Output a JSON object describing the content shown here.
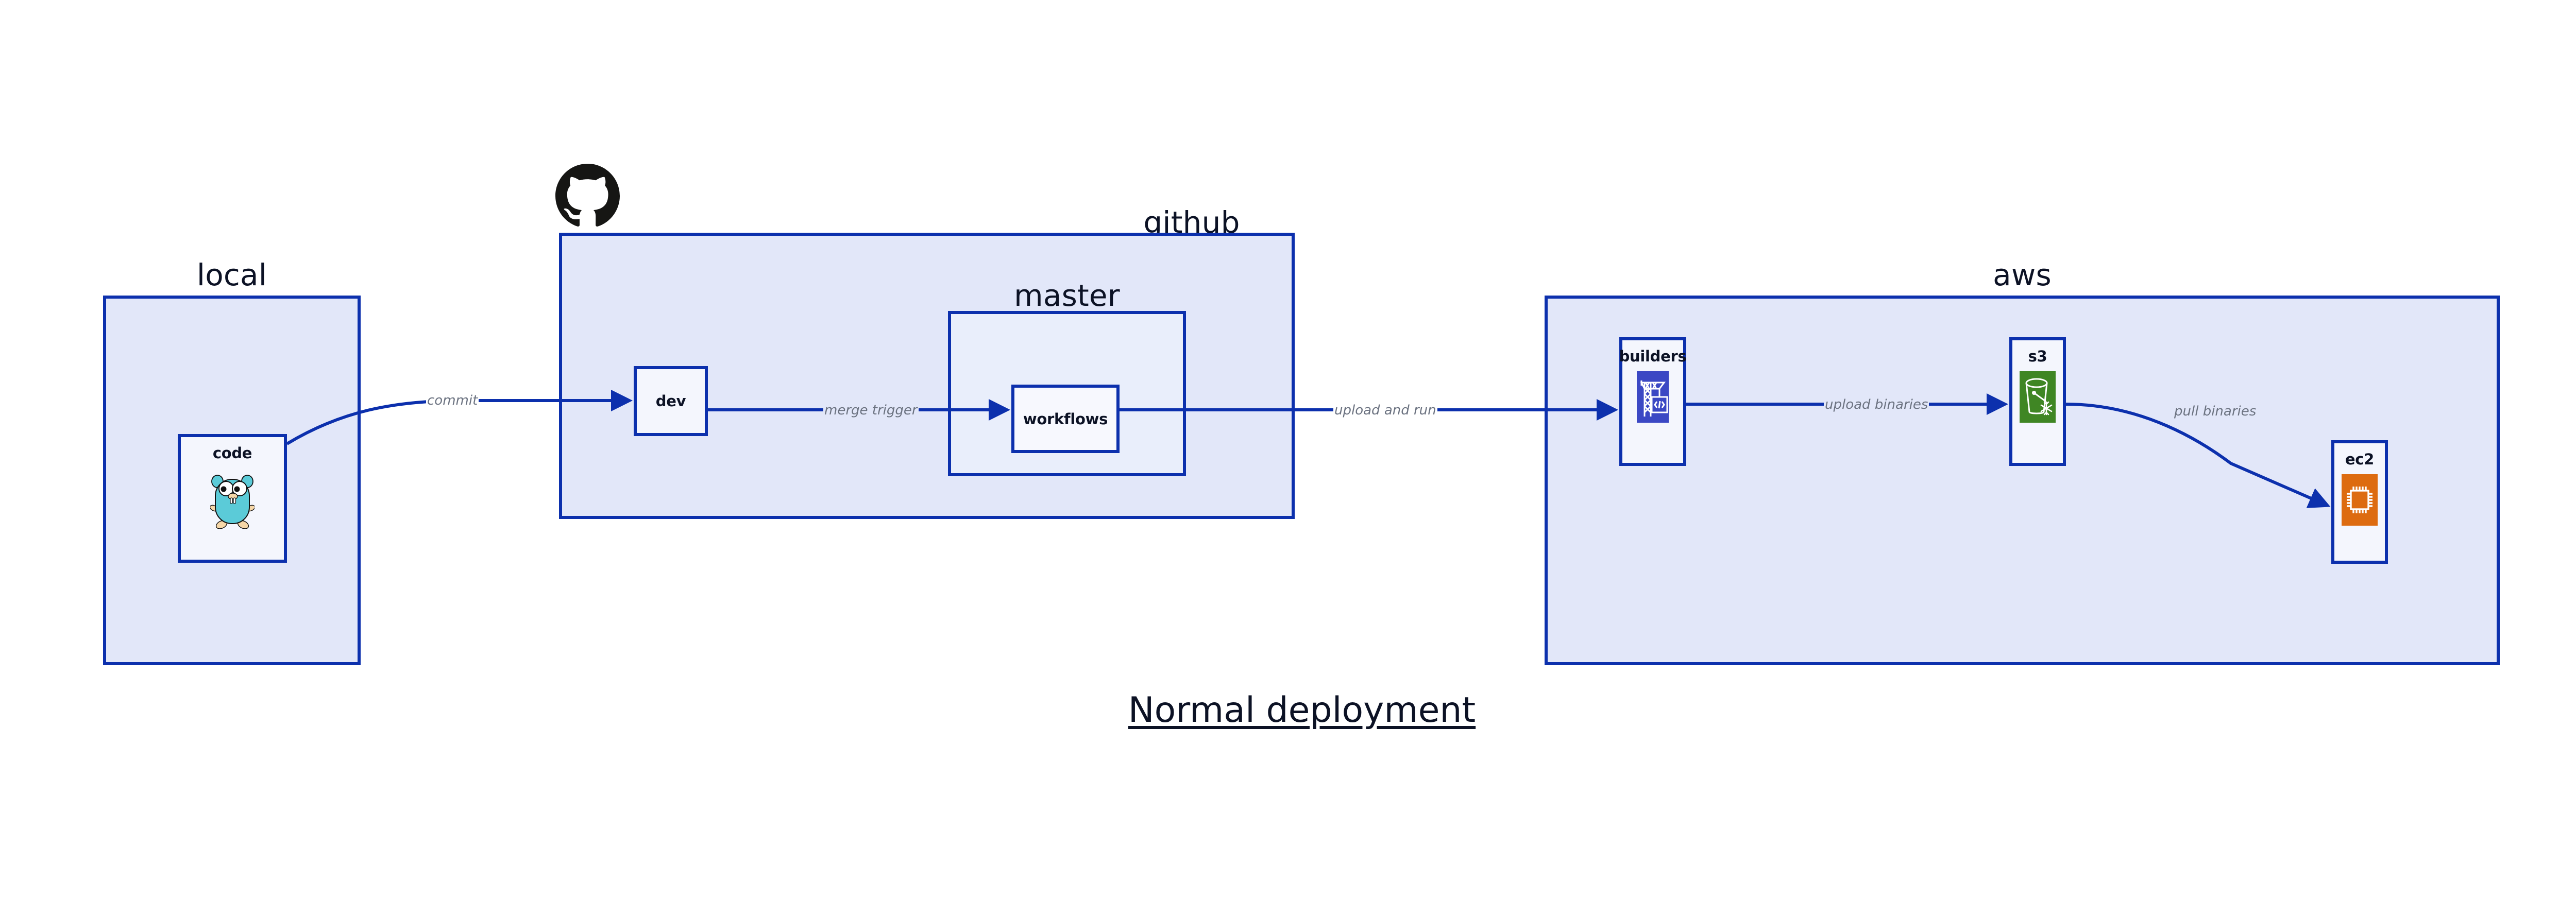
{
  "diagram": {
    "title": "Normal deployment",
    "background_color": "#ffffff",
    "accent_color": "#0c30ad",
    "group_fill": "#e2e7f9",
    "node_fill": "#f4f6fd",
    "edge_label_color": "#6b7280"
  },
  "groups": [
    {
      "id": "local",
      "label": "local"
    },
    {
      "id": "github",
      "label": "github"
    },
    {
      "id": "master",
      "label": "master"
    },
    {
      "id": "aws",
      "label": "aws"
    }
  ],
  "nodes": [
    {
      "id": "code",
      "label": "code",
      "icon": "go-gopher-icon"
    },
    {
      "id": "dev",
      "label": "dev",
      "icon": "none"
    },
    {
      "id": "workflows",
      "label": "workflows",
      "icon": "none"
    },
    {
      "id": "builders",
      "label": "builders",
      "icon": "aws-codebuild-icon",
      "icon_color": "#3b48c4"
    },
    {
      "id": "s3",
      "label": "s3",
      "icon": "aws-s3-glacier-icon",
      "icon_color": "#3f8624"
    },
    {
      "id": "ec2",
      "label": "ec2",
      "icon": "aws-ec2-icon",
      "icon_color": "#dd6b10"
    }
  ],
  "edges": [
    {
      "id": "commit",
      "label": "commit",
      "from": "code",
      "to": "dev"
    },
    {
      "id": "merge-trigger",
      "label": "merge trigger",
      "from": "dev",
      "to": "workflows"
    },
    {
      "id": "upload-and-run",
      "label": "upload and run",
      "from": "workflows",
      "to": "builders"
    },
    {
      "id": "upload-binaries",
      "label": "upload binaries",
      "from": "builders",
      "to": "s3"
    },
    {
      "id": "pull-binaries",
      "label": "pull binaries",
      "from": "s3",
      "to": "ec2"
    }
  ],
  "logos": [
    {
      "id": "github-logo",
      "name": "github-octocat-logo"
    }
  ]
}
